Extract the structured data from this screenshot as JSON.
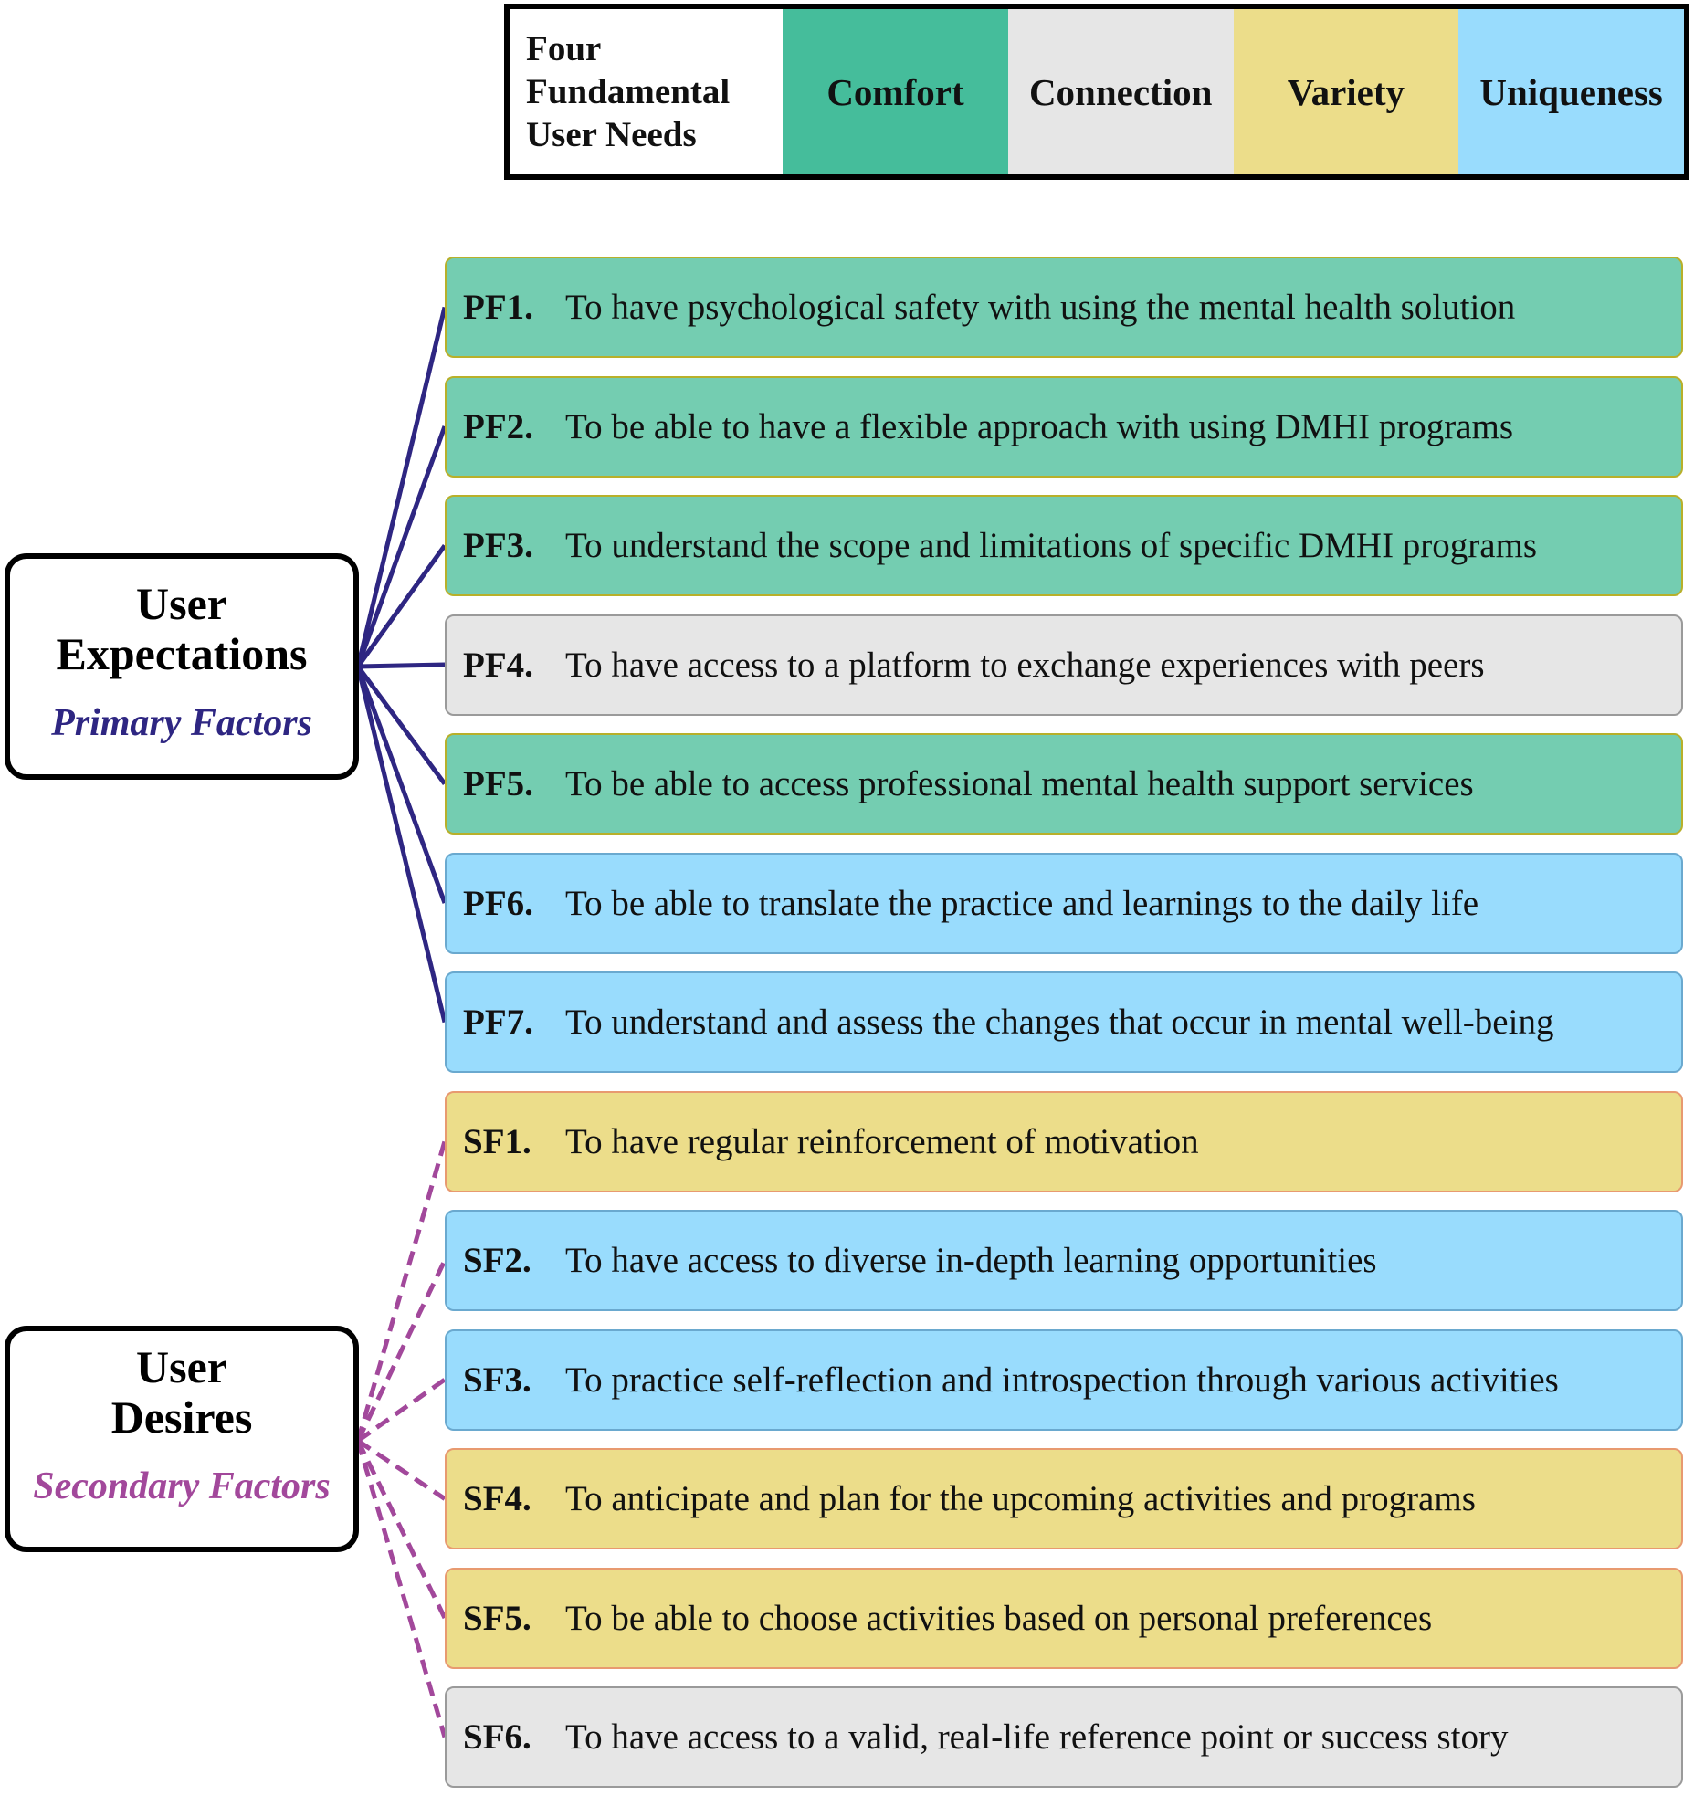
{
  "legend": {
    "title": "Four\nFundamental\nUser Needs",
    "needs": [
      {
        "label": "Comfort",
        "color": "#45bd9b"
      },
      {
        "label": "Connection",
        "color": "#e6e6e6"
      },
      {
        "label": "Variety",
        "color": "#ecdd8a"
      },
      {
        "label": "Uniqueness",
        "color": "#99dcfd"
      }
    ]
  },
  "categories": {
    "primary": {
      "title": "User\nExpectations",
      "subtitle": "Primary Factors",
      "subtitle_color": "#2e2682",
      "line_color": "#2e2682",
      "line_style": "solid"
    },
    "secondary": {
      "title": "User\nDesires",
      "subtitle": "Secondary Factors",
      "subtitle_color": "#a2489b",
      "line_color": "#a2489b",
      "line_style": "dashed"
    }
  },
  "factors": [
    {
      "code": "PF1.",
      "text": "To have psychological safety with using the mental health solution",
      "need": "Comfort",
      "fill": "#74cdb1",
      "border": "#b8b02a"
    },
    {
      "code": "PF2.",
      "text": "To be able to have a flexible approach with using DMHI programs",
      "need": "Comfort",
      "fill": "#74cdb1",
      "border": "#b8b02a"
    },
    {
      "code": "PF3.",
      "text": "To understand the scope and limitations of specific DMHI programs",
      "need": "Comfort",
      "fill": "#74cdb1",
      "border": "#b8b02a"
    },
    {
      "code": "PF4.",
      "text": "To have access to a platform to exchange experiences with peers",
      "need": "Connection",
      "fill": "#e6e6e6",
      "border": "#9a9a9a"
    },
    {
      "code": "PF5.",
      "text": "To be able to access professional mental health support services",
      "need": "Comfort",
      "fill": "#74cdb1",
      "border": "#b8b02a"
    },
    {
      "code": "PF6.",
      "text": "To be able to translate the practice and learnings to the daily life",
      "need": "Uniqueness",
      "fill": "#99dcfd",
      "border": "#6aa9cf"
    },
    {
      "code": "PF7.",
      "text": "To understand and assess the changes that occur in mental well-being",
      "need": "Uniqueness",
      "fill": "#99dcfd",
      "border": "#6aa9cf"
    },
    {
      "code": "SF1.",
      "text": "To have regular reinforcement of motivation",
      "need": "Variety",
      "fill": "#ecdd8a",
      "border": "#e89a70"
    },
    {
      "code": "SF2.",
      "text": "To have access to diverse in-depth learning opportunities",
      "need": "Uniqueness",
      "fill": "#99dcfd",
      "border": "#6aa9cf"
    },
    {
      "code": "SF3.",
      "text": "To practice self-reflection and introspection through various activities",
      "need": "Uniqueness",
      "fill": "#99dcfd",
      "border": "#6aa9cf"
    },
    {
      "code": "SF4.",
      "text": "To anticipate and plan for the upcoming activities and programs",
      "need": "Variety",
      "fill": "#ecdd8a",
      "border": "#e89a70"
    },
    {
      "code": "SF5.",
      "text": "To be able to choose activities based on personal preferences",
      "need": "Variety",
      "fill": "#ecdd8a",
      "border": "#e89a70"
    },
    {
      "code": "SF6.",
      "text": "To have access to a valid, real-life reference point or success story",
      "need": "Connection",
      "fill": "#e6e6e6",
      "border": "#9a9a9a"
    }
  ]
}
